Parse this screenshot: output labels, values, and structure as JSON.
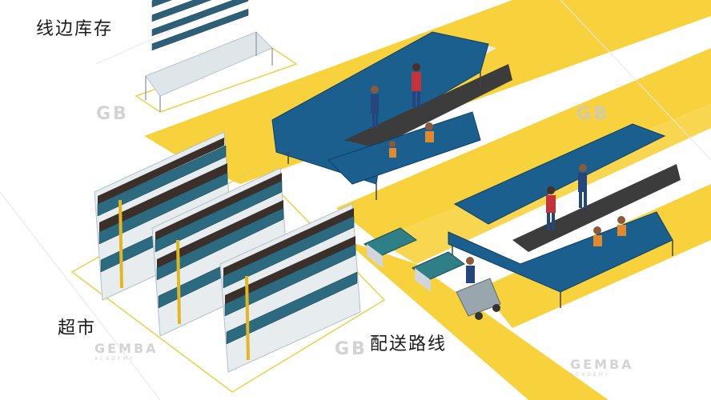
{
  "labels": {
    "line_side_inventory": "线边库存",
    "supermarket": "超市",
    "delivery_route": "配送路线"
  },
  "watermark": {
    "brand": "GEMBA",
    "sub": "ACADEMY",
    "logo": "GB"
  },
  "colors": {
    "route": "#f7d23c",
    "table_top": "#1b5f8f",
    "table_edge": "#0e3f66",
    "belt": "#3c3c3c",
    "rack_frame": "#cfd6dc",
    "bin_teal": "#2e7f86",
    "floor_outline": "#e8d24a"
  }
}
